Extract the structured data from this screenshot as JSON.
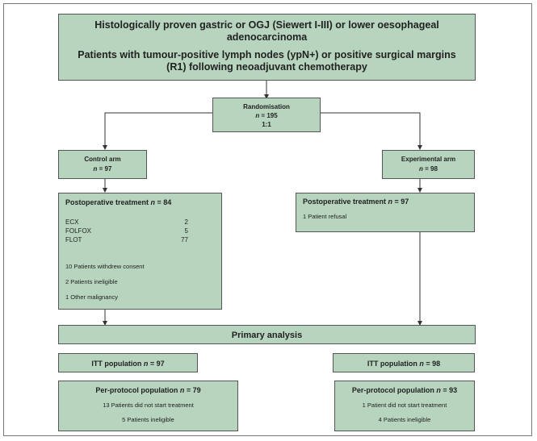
{
  "eligibility": {
    "line1": "Histologically proven gastric or OGJ (Siewert I-III) or lower oesophageal adenocarcinoma",
    "line2": "Patients with tumour-positive lymph nodes (ypN+) or positive surgical margins (R1) following neoadjuvant chemotherapy"
  },
  "randomisation": {
    "title": "Randomisation",
    "n_label": "n",
    "n_value": " = 195",
    "ratio": "1:1"
  },
  "control": {
    "title": "Control arm",
    "n_label": "n",
    "n_value": " = 97",
    "postop": {
      "title": "Postoperative treatment ",
      "n_label": "n",
      "n_value": " = 84",
      "regimens": [
        {
          "name": "ECX",
          "count": "2"
        },
        {
          "name": "FOLFOX",
          "count": "5"
        },
        {
          "name": "FLOT",
          "count": "77"
        }
      ],
      "notes": [
        "10 Patients withdrew consent",
        "2 Patients ineligible",
        "1 Other malignancy"
      ]
    },
    "itt": {
      "label": "ITT population ",
      "n_label": "n",
      "n_value": " = 97"
    },
    "pp": {
      "label": "Per-protocol population ",
      "n_label": "n",
      "n_value": " = 79",
      "notes": [
        "13 Patients did not start treatment",
        "5 Patients ineligible"
      ]
    }
  },
  "experimental": {
    "title": "Experimental arm",
    "n_label": "n",
    "n_value": " = 98",
    "postop": {
      "title": "Postoperative treatment ",
      "n_label": "n",
      "n_value": " = 97",
      "notes": [
        "1 Patient refusal"
      ]
    },
    "itt": {
      "label": "ITT population ",
      "n_label": "n",
      "n_value": " = 98"
    },
    "pp": {
      "label": "Per-protocol population ",
      "n_label": "n",
      "n_value": " = 93",
      "notes": [
        "1 Patient did not start treatment",
        "4 Patients ineligible"
      ]
    }
  },
  "primary": {
    "label": "Primary analysis"
  },
  "colors": {
    "box_fill": "#b7d4be",
    "border": "#555555",
    "line": "#333333"
  }
}
